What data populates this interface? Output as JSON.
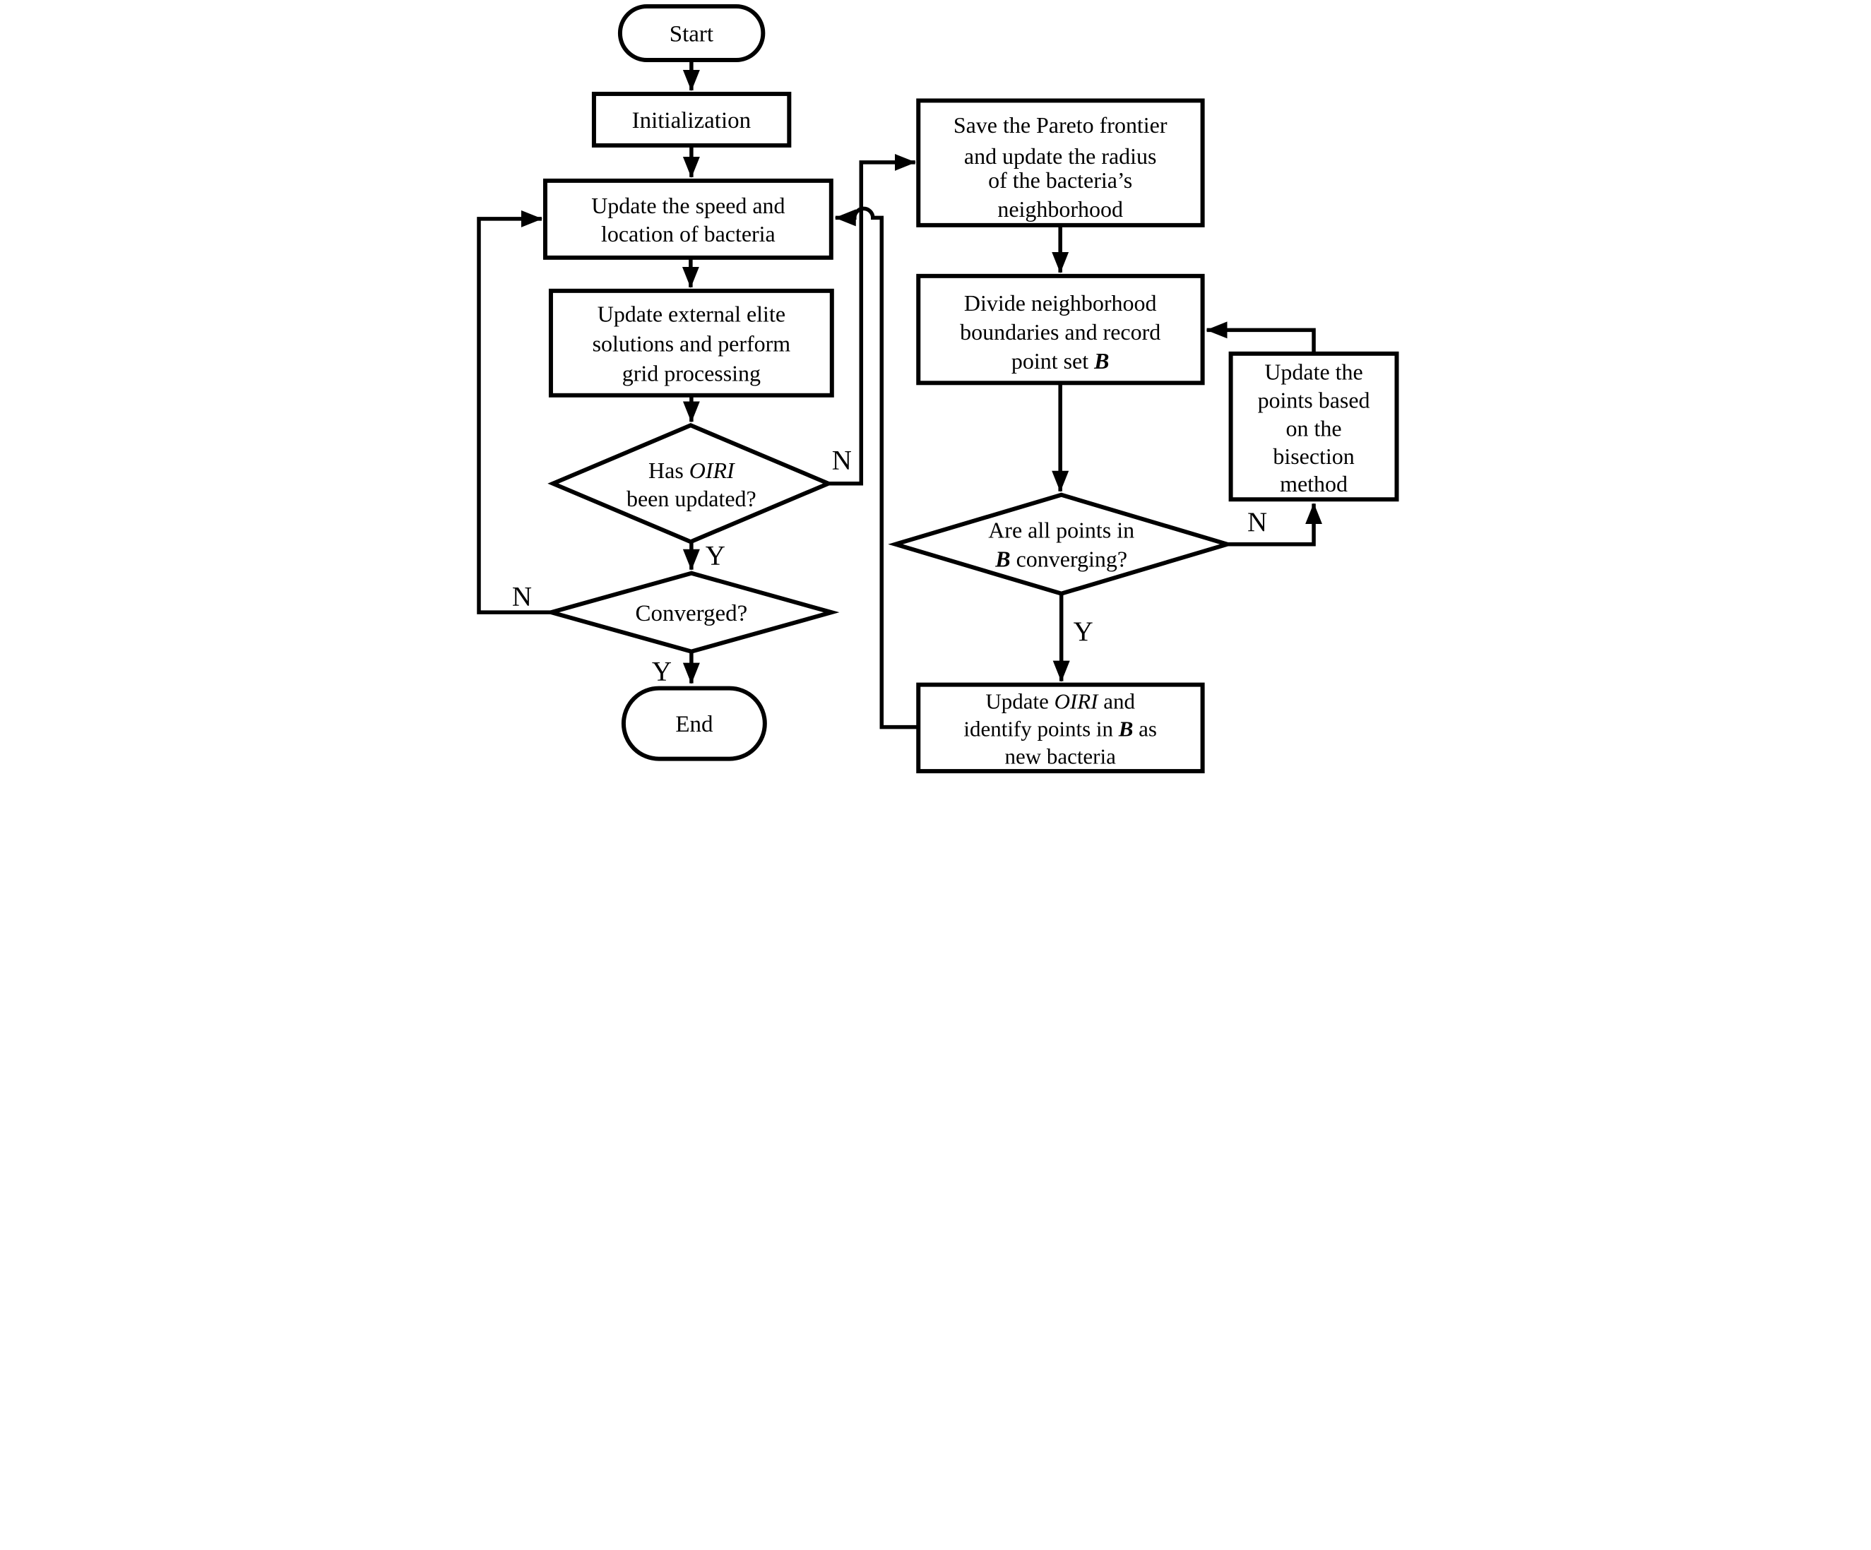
{
  "page": {
    "background": "#ffffff",
    "ink": "#000000"
  },
  "diagram": {
    "type": "flowchart",
    "nodes": {
      "start": {
        "label": "Start",
        "shape": "terminator"
      },
      "initialization": {
        "label": "Initialization",
        "shape": "process"
      },
      "update_speed": {
        "shape": "process",
        "lines": [
          "Update the speed and",
          "location of bacteria"
        ]
      },
      "update_elite": {
        "shape": "process",
        "lines": [
          "Update external elite",
          "solutions and perform",
          "grid processing"
        ]
      },
      "has_oiri": {
        "shape": "decision",
        "l1_pre": "Has ",
        "l1_var": "OIRI",
        "l2": "been updated?"
      },
      "converged": {
        "label": "Converged?",
        "shape": "decision"
      },
      "end_node": {
        "label": "End",
        "shape": "terminator"
      },
      "save_pareto": {
        "shape": "process",
        "lines": [
          "Save the Pareto frontier",
          "and update the radius",
          "of the bacteria’s",
          "neighborhood"
        ]
      },
      "divide": {
        "shape": "process",
        "l1": "Divide neighborhood",
        "l2": "boundaries and record",
        "l3_pre": "point set ",
        "l3_var": "B"
      },
      "are_converging": {
        "shape": "decision",
        "l1": "Are all points in",
        "l2_var": "B",
        "l2_post": " converging?"
      },
      "bisection": {
        "shape": "process",
        "lines": [
          "Update the",
          "points based",
          "on the",
          "bisection",
          "method"
        ]
      },
      "update_oiri": {
        "shape": "process",
        "l1_pre": "Update ",
        "l1_var": "OIRI",
        "l1_post": " and",
        "l2_pre": "identify points in ",
        "l2_var": "B",
        "l2_post": " as",
        "l3": "new bacteria"
      }
    },
    "edge_labels": {
      "has_oiri_n": "N",
      "has_oiri_y": "Y",
      "converged_n": "N",
      "converged_y": "Y",
      "are_converging_n": "N",
      "are_converging_y": "Y"
    }
  }
}
